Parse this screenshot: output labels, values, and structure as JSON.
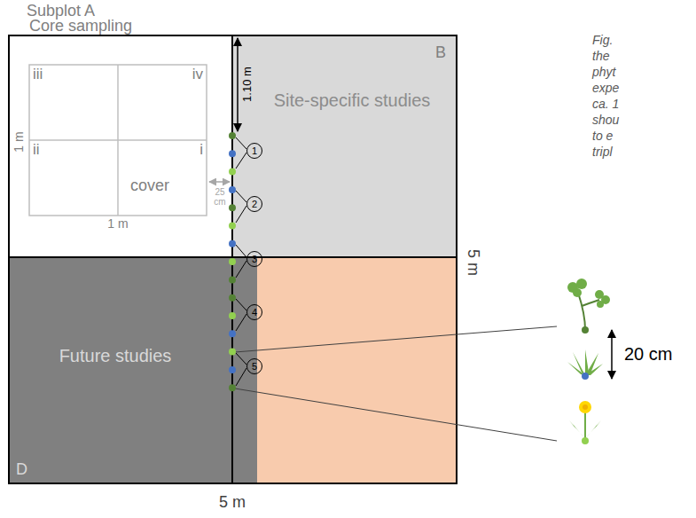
{
  "diagram": {
    "nodes": [
      {
        "text": [
          "Subplot A",
          "Core sampling"
        ]
      },
      {
        "text": [
          "iii"
        ],
        "in": 0
      },
      {
        "text": [
          "iv"
        ],
        "in": 0
      },
      {
        "text": [
          "ii"
        ],
        "in": 0
      },
      {
        "text": [
          "i",
          "cover"
        ],
        "in": 0
      },
      {
        "text": [
          "B",
          "Site-specific studies"
        ]
      },
      {
        "text": [
          "D",
          "Future studies"
        ]
      },
      {
        "text": [
          "1"
        ]
      },
      {
        "text": [
          "2"
        ]
      },
      {
        "text": [
          "3"
        ]
      },
      {
        "text": [
          "4"
        ]
      },
      {
        "text": [
          "5"
        ]
      }
    ],
    "labels": [
      "1.10 m",
      "25 cm",
      "1 m",
      "1 m",
      "5 m",
      "5 m",
      "20 cm",
      "Fig.",
      "the",
      "phyt",
      "expe",
      "ca. 1",
      "shou",
      "to e",
      "tripl"
    ]
  }
}
